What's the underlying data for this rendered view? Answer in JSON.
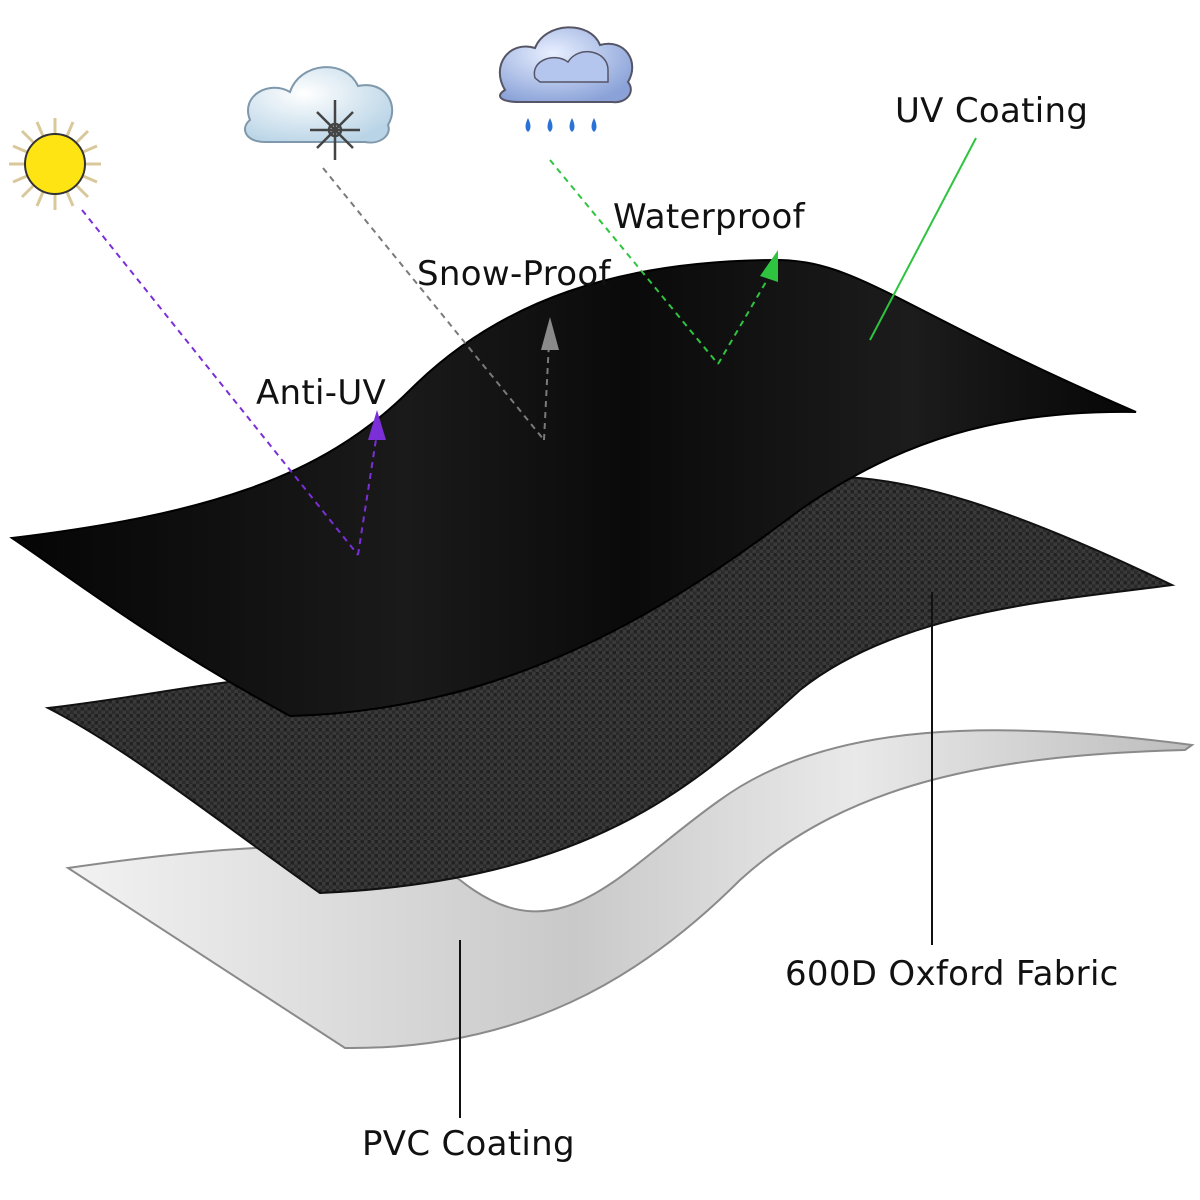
{
  "labels": {
    "uv_coating": "UV Coating",
    "waterproof": "Waterproof",
    "snow_proof": "Snow-Proof",
    "anti_uv": "Anti-UV",
    "oxford_fabric": "600D Oxford Fabric",
    "pvc_coating": "PVC Coating"
  },
  "icons": {
    "sun": "sun-icon",
    "snow_cloud": "snow-cloud-icon",
    "rain_cloud": "rain-cloud-icon"
  },
  "colors": {
    "anti_uv_arrow": "#7b2fd6",
    "snow_arrow": "#7a7a7a",
    "waterproof_arrow": "#2fc43f",
    "uv_pointer": "#2fc43f",
    "top_layer": "#0c0c0c",
    "fabric_layer": "#2b2b2b",
    "pvc_layer": "#d6d6d6"
  }
}
